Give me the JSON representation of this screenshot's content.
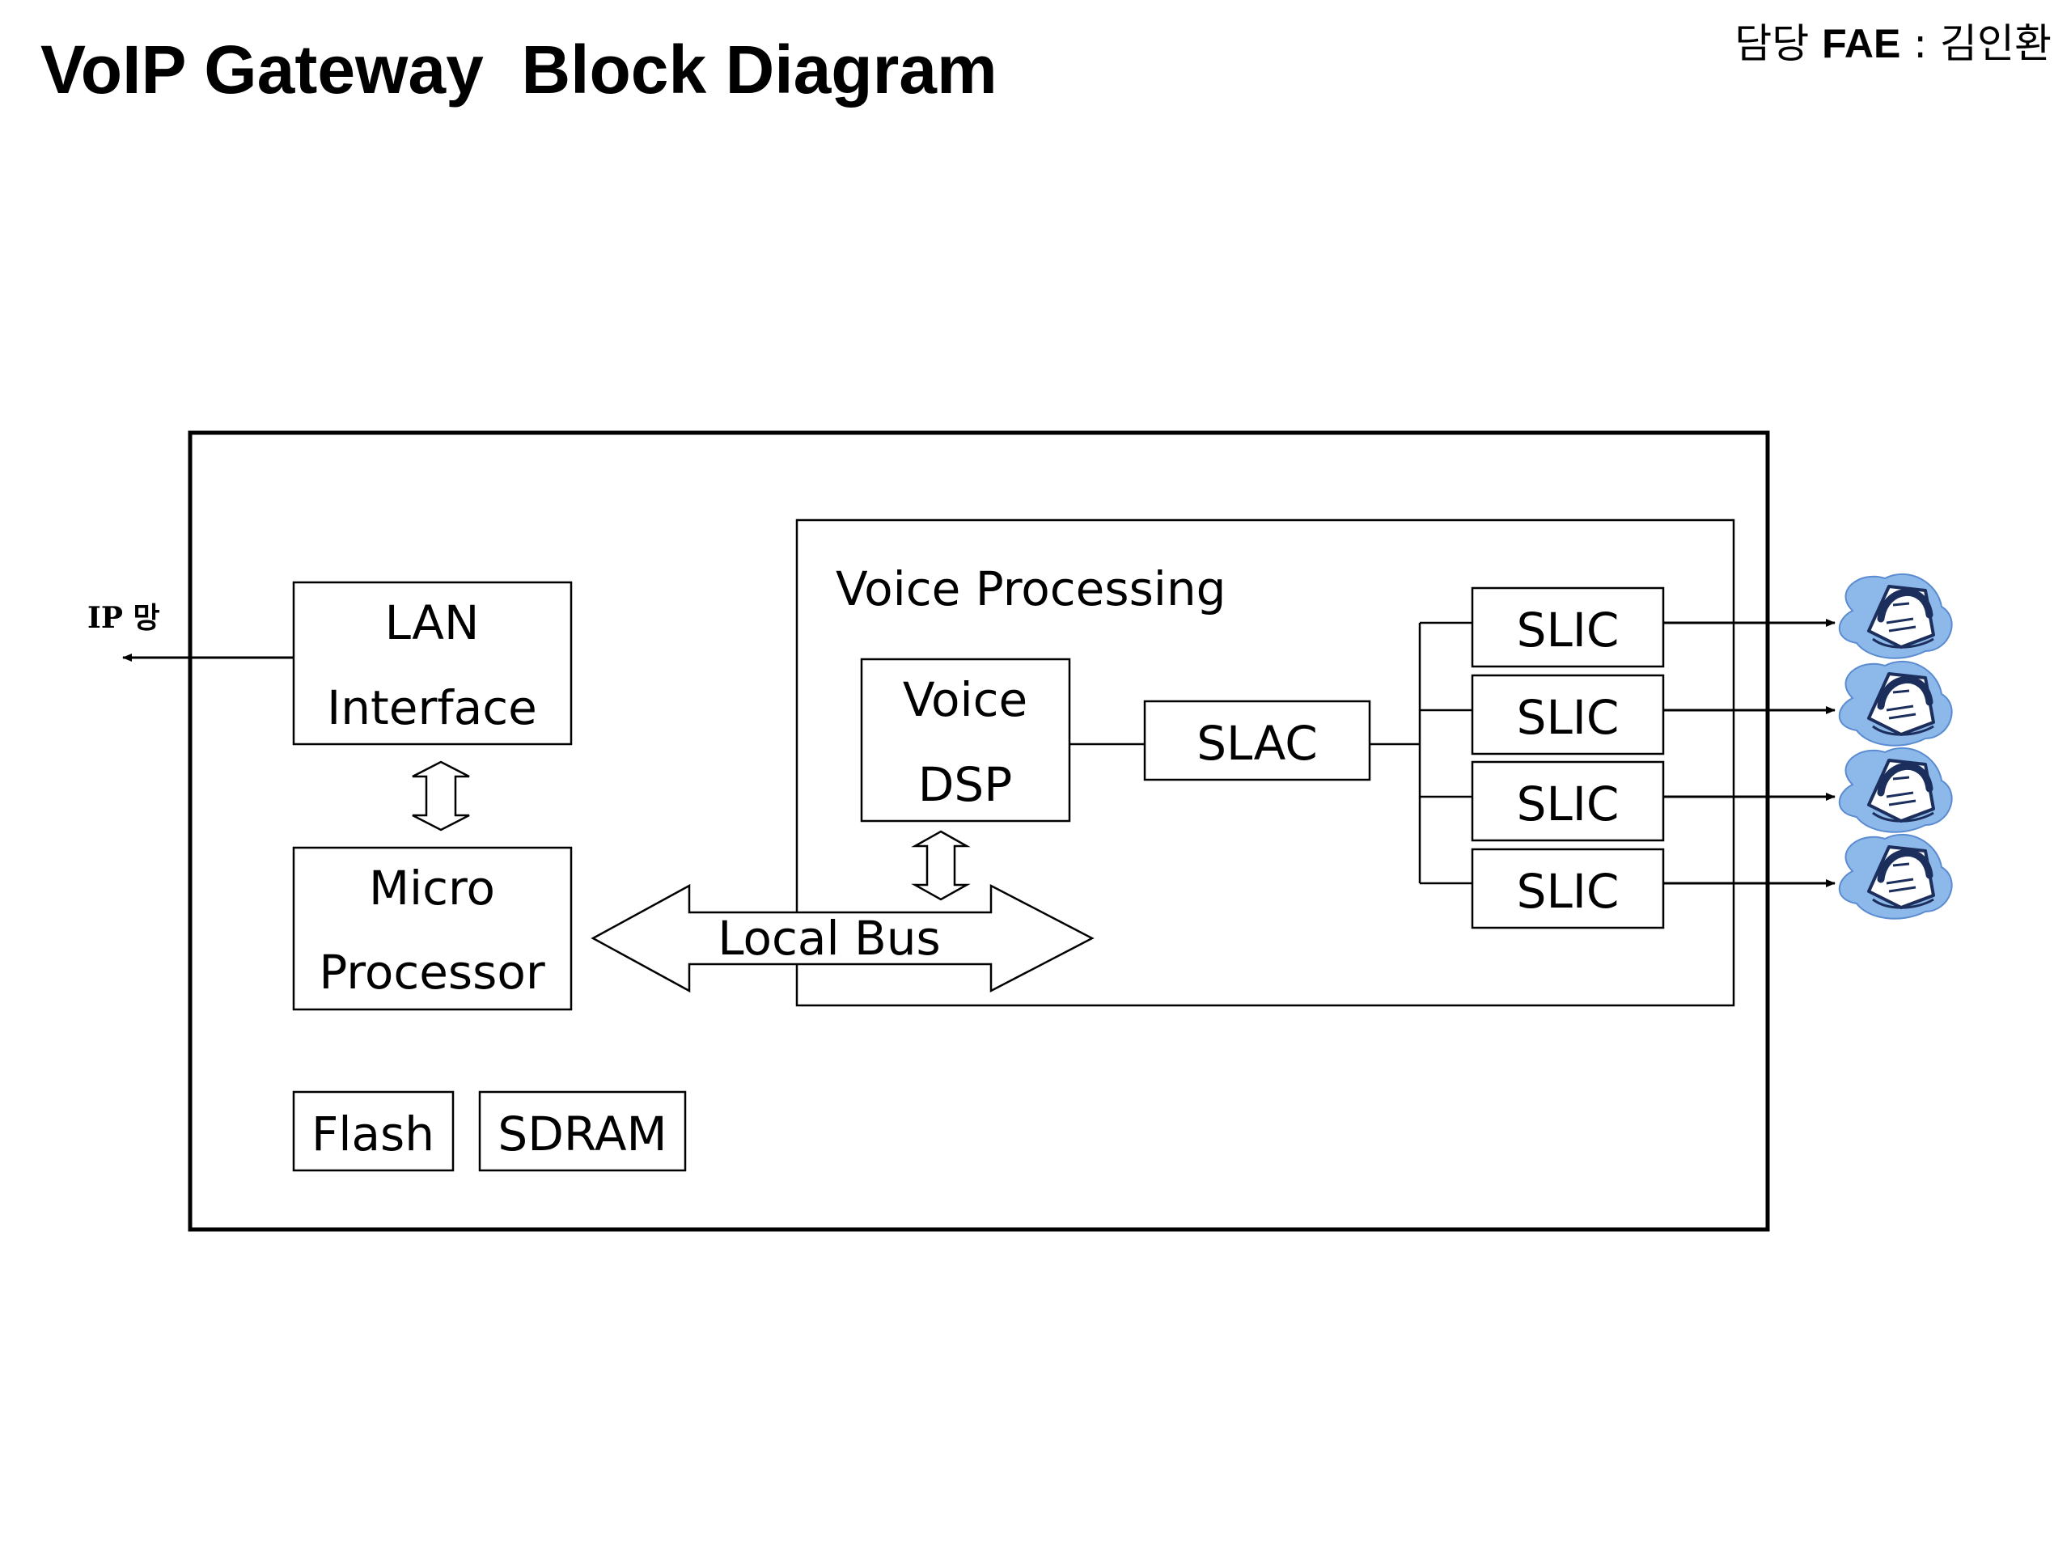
{
  "title": "VoIP Gateway  Block Diagram",
  "author": {
    "prefix": "담당 ",
    "role": "FAE",
    "suffix": " : 김인환"
  },
  "ip_network_label": "IP 망",
  "blocks": {
    "lan_interface": [
      "LAN",
      "Interface"
    ],
    "micro_processor": [
      "Micro",
      "Processor"
    ],
    "flash": "Flash",
    "sdram": "SDRAM",
    "voice_processing": "Voice Processing",
    "voice_dsp": [
      "Voice",
      "DSP"
    ],
    "slac": "SLAC",
    "slic": [
      "SLIC",
      "SLIC",
      "SLIC",
      "SLIC"
    ],
    "local_bus": "Local Bus"
  },
  "icons": {
    "phone": "telephone-icon"
  }
}
